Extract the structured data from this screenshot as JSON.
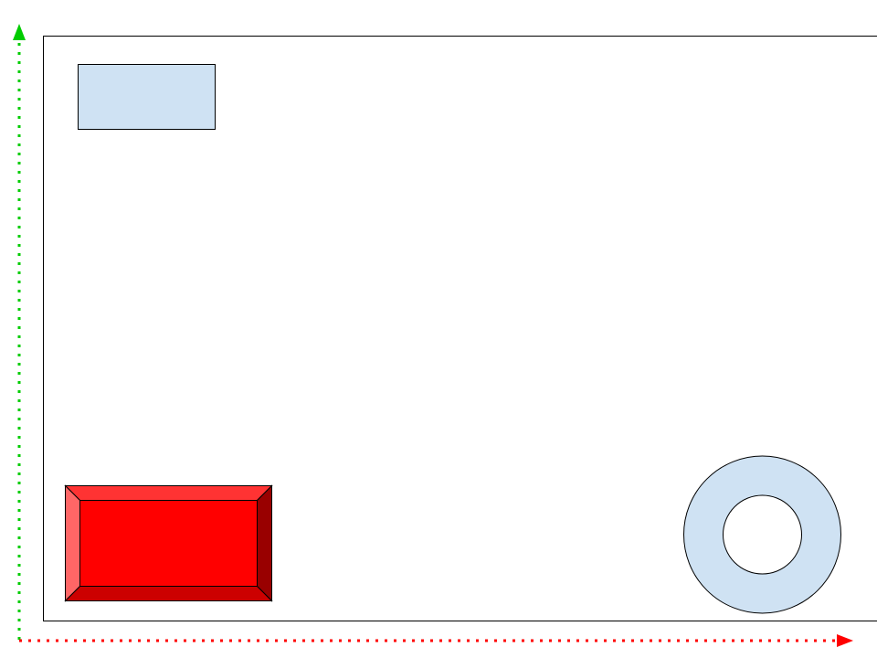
{
  "diagram": {
    "colors": {
      "background": "#ffffff",
      "frame_stroke": "#000000",
      "x_axis": "#ff0000",
      "y_axis": "#00cc00",
      "light_blue_fill": "#cfe2f3",
      "bevel_face": "#ff0000",
      "bevel_top": "#ff3333",
      "bevel_left": "#ff6666",
      "bevel_right": "#990000",
      "bevel_bottom": "#cc0000"
    },
    "shapes": {
      "blue_rectangle": {
        "icon": "rectangle-shape"
      },
      "red_bevel": {
        "icon": "bevel-shape"
      },
      "blue_donut": {
        "icon": "donut-shape"
      }
    },
    "axes": {
      "x_axis": {
        "style": "dotted",
        "direction": "right",
        "icon": "arrow-right-icon"
      },
      "y_axis": {
        "style": "dotted",
        "direction": "up",
        "icon": "arrow-up-icon"
      }
    }
  }
}
